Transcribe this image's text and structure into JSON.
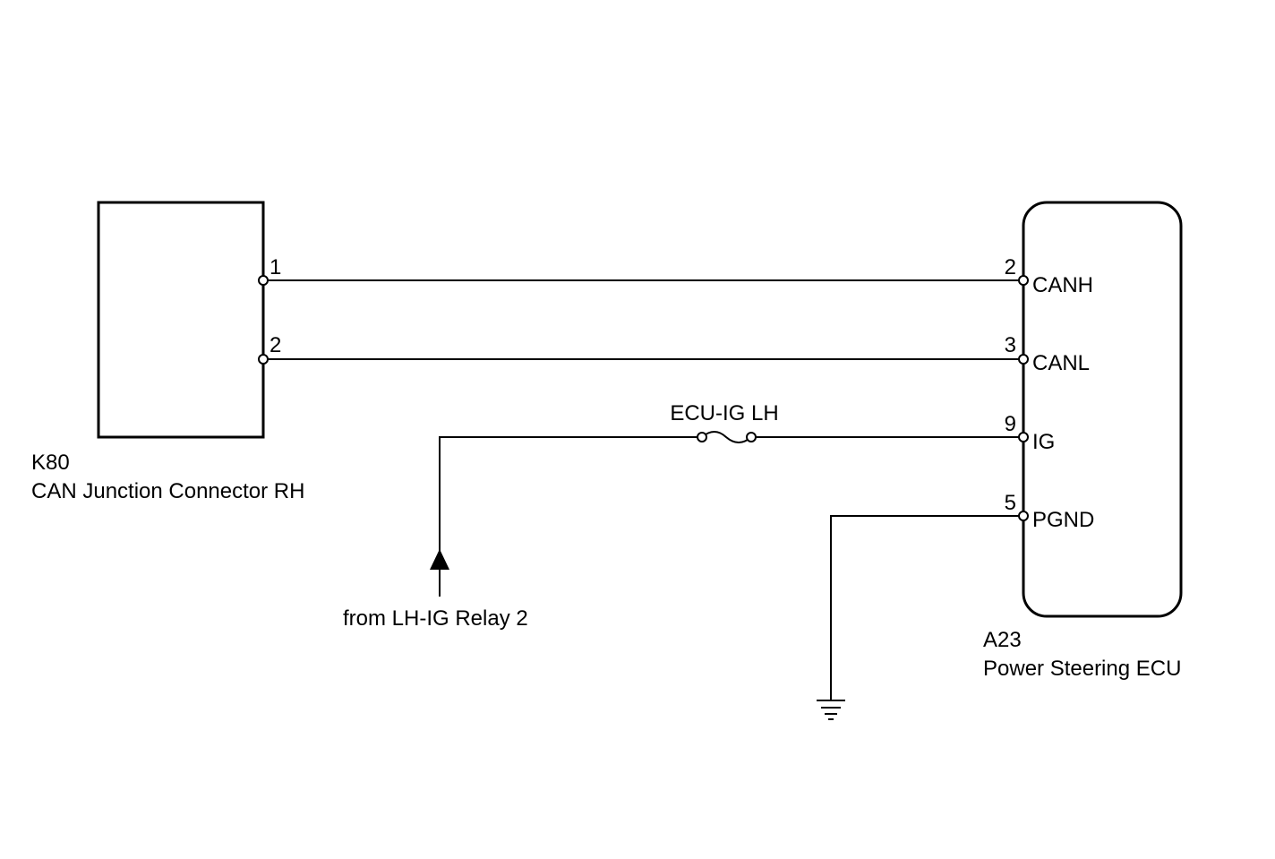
{
  "k80": {
    "code": "K80",
    "name": "CAN Junction Connector RH",
    "pins": [
      {
        "number": "1"
      },
      {
        "number": "2"
      }
    ]
  },
  "a23": {
    "code": "A23",
    "name": "Power Steering ECU",
    "pins": [
      {
        "number": "2",
        "signal": "CANH"
      },
      {
        "number": "3",
        "signal": "CANL"
      },
      {
        "number": "9",
        "signal": "IG"
      },
      {
        "number": "5",
        "signal": "PGND"
      }
    ]
  },
  "fuse": {
    "label": "ECU-IG LH"
  },
  "supply": {
    "label": "from LH-IG Relay 2"
  }
}
